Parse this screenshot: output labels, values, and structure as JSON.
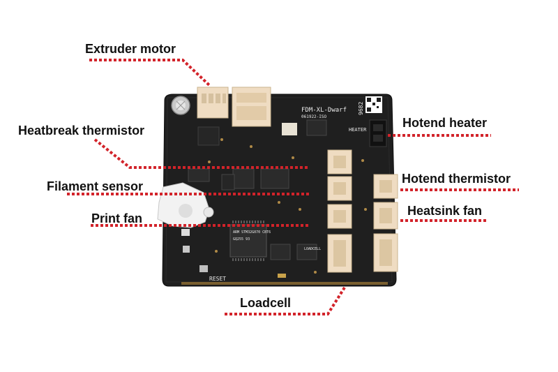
{
  "labels": {
    "extruder_motor": "Extruder motor",
    "heatbreak_thermistor": "Heatbreak thermistor",
    "filament_sensor": "Filament sensor",
    "print_fan": "Print fan",
    "loadcell": "Loadcell",
    "hotend_heater": "Hotend heater",
    "hotend_thermistor": "Hotend thermistor",
    "heatsink_fan": "Heatsink fan"
  },
  "board": {
    "name": "FDM-XL-Dwarf",
    "revision": "061922-ISO",
    "serial": "9682",
    "heater_silk": "HEATER",
    "reset_silk": "RESET",
    "loadcell_silk": "LOADCELL",
    "mcu_marking": "ARM STM32G070 CBT6",
    "mcu_line2": "GQ255 93"
  },
  "colors": {
    "leader": "#d2232a",
    "pcb": "#1f1f1f",
    "connector": "#efdcc2",
    "text": "#111111"
  }
}
